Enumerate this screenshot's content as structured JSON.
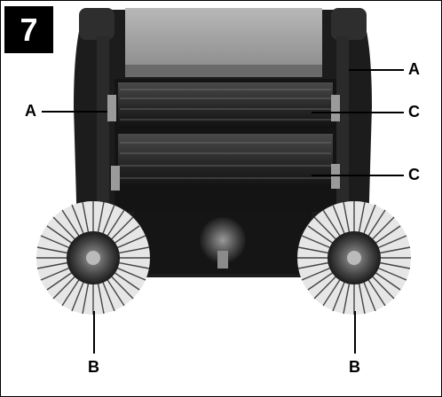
{
  "figure": {
    "number": "7"
  },
  "callouts": {
    "a_right": "A",
    "a_left": "A",
    "c_upper": "C",
    "c_lower": "C",
    "b_left": "B",
    "b_right": "B"
  }
}
